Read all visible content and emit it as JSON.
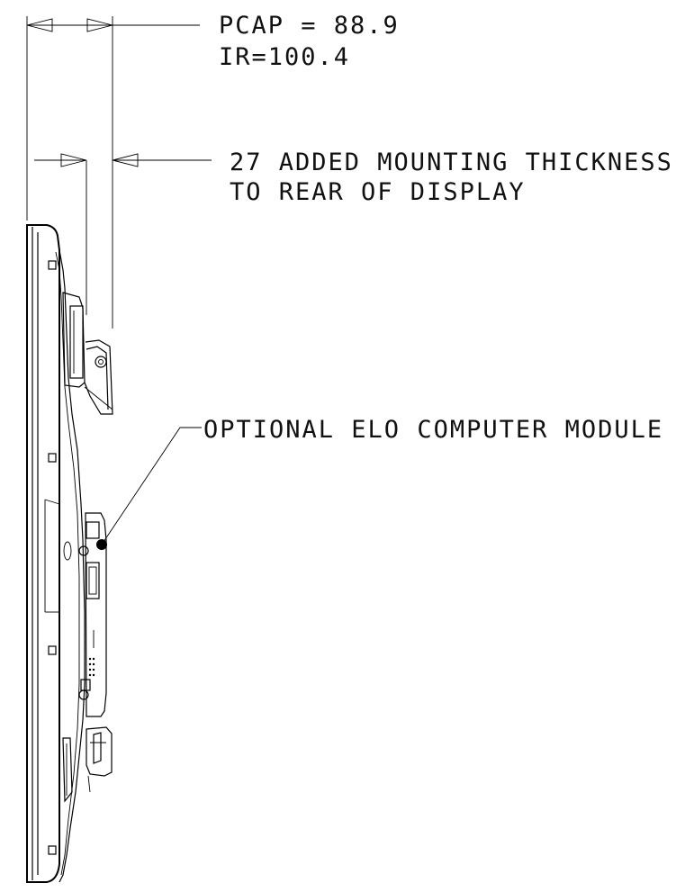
{
  "annotations": {
    "pcap_dim": "PCAP = 88.9",
    "ir_dim": "IR=100.4",
    "mount_line1": "27 ADDED MOUNTING THICKNESS",
    "mount_line2": "TO REAR OF DISPLAY",
    "module_label": "OPTIONAL ELO COMPUTER MODULE"
  },
  "colors": {
    "line": "#000000",
    "background": "#ffffff"
  }
}
